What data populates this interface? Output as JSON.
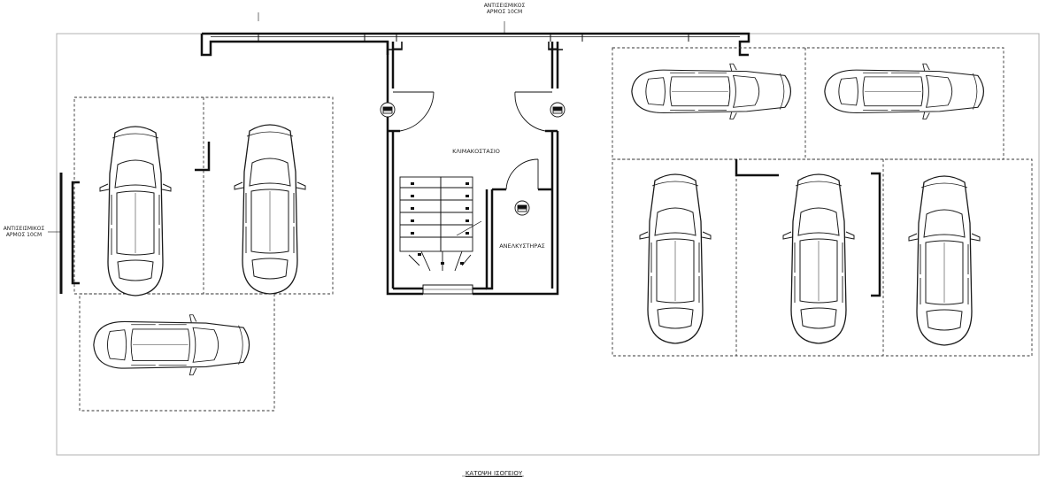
{
  "labels": {
    "seismic_joint_top_1": "ΑΝΤΙΣΕΙΣΜΙΚΟΣ",
    "seismic_joint_top_2": "ΑΡΜΟΣ 10CM",
    "seismic_joint_left_1": "ΑΝΤΙΣΕΙΣΜΙΚΟΣ",
    "seismic_joint_left_2": "ΑΡΜΟΣ 10CM",
    "stairwell": "ΚΛΙΜΑΚΟΣΤΑΣΙΟ",
    "elevator": "ΑΝΕΛΚΥΣΤΗΡΑΣ",
    "plan_title": "ΚΑΤΟΨΗ ΙΣΟΓΕΙΟΥ"
  },
  "parking_spaces": [
    {
      "id": "p1",
      "orientation": "vertical"
    },
    {
      "id": "p2",
      "orientation": "vertical"
    },
    {
      "id": "p3",
      "orientation": "horizontal"
    },
    {
      "id": "p4",
      "orientation": "horizontal"
    },
    {
      "id": "p5",
      "orientation": "horizontal"
    },
    {
      "id": "p6",
      "orientation": "vertical"
    },
    {
      "id": "p7",
      "orientation": "vertical"
    },
    {
      "id": "p8",
      "orientation": "vertical"
    }
  ],
  "colors": {
    "line": "#1a1a1a",
    "wall": "#111111",
    "boundary": "#b0b0b0"
  }
}
